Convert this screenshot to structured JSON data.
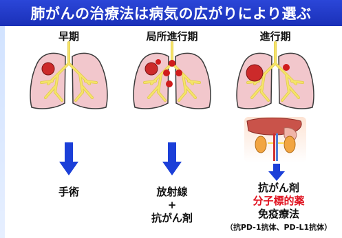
{
  "title": "肺がんの治療法は病気の広がりにより選ぶ",
  "columns": [
    {
      "stage": "早期",
      "treatments": [
        "手術"
      ]
    },
    {
      "stage": "局所進行期",
      "treatments": [
        "放射線",
        "+",
        "抗がん剤"
      ]
    },
    {
      "stage": "進行期",
      "treatments": [
        "抗がん剤",
        "分子標的薬",
        "免疫療法",
        "（抗PD-1抗体、PD-L1抗体）"
      ]
    }
  ],
  "colors": {
    "title_bg": "#1f3ac9",
    "lung_fill": "#f2c7cc",
    "lung_stroke": "#3a3a3a",
    "airway": "#f5e46a",
    "tumor": "#cc2a2a",
    "arrow": "#1b3fd8",
    "highlight_text": "#e0121f"
  }
}
